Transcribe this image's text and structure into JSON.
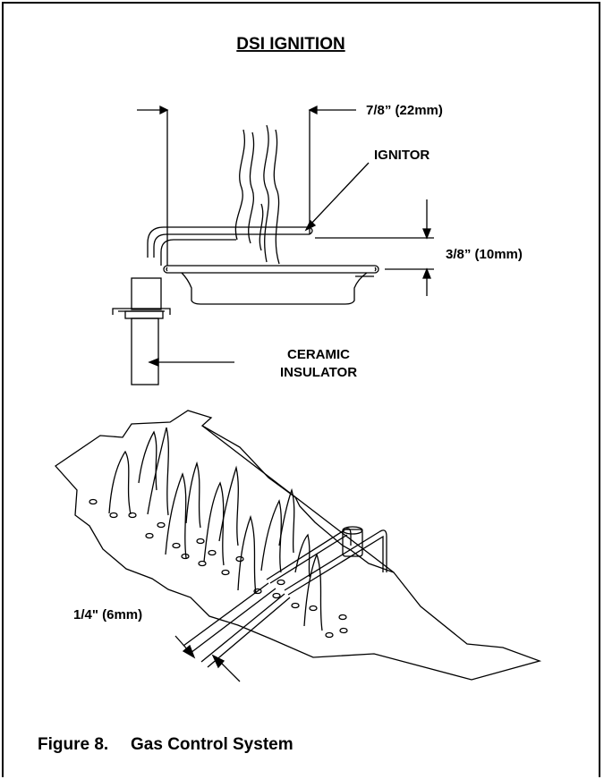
{
  "title": "DSI IGNITION",
  "labels": {
    "gap_top": "7/8” (22mm)",
    "ignitor": "IGNITOR",
    "gap_side": "3/8” (10mm)",
    "ceramic_line1": "CERAMIC",
    "ceramic_line2": "INSULATOR",
    "gap_bottom": "1/4\" (6mm)"
  },
  "caption": {
    "number": "Figure 8.",
    "text": "Gas Control System"
  }
}
